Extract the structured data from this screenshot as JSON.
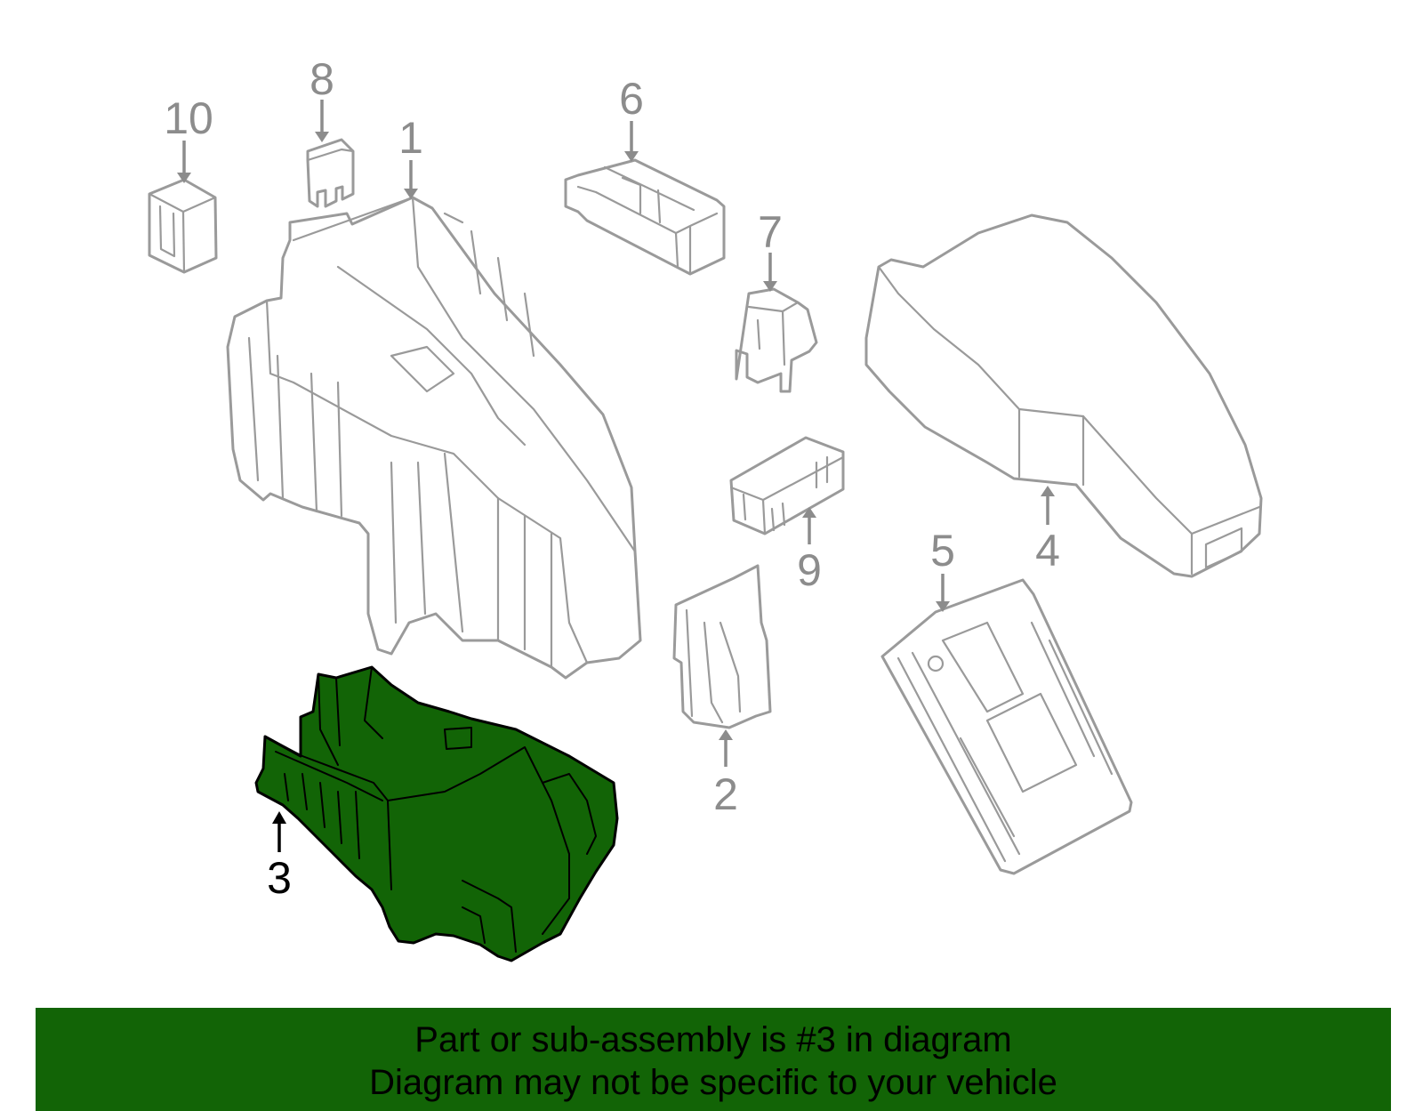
{
  "colors": {
    "highlight": "#126406",
    "banner": "#126406",
    "outline": "#9a9a9a",
    "label": "#8c8c8c",
    "active_label": "#000000"
  },
  "callouts": [
    {
      "id": "1",
      "label": "1",
      "highlighted": false
    },
    {
      "id": "2",
      "label": "2",
      "highlighted": false
    },
    {
      "id": "3",
      "label": "3",
      "highlighted": true
    },
    {
      "id": "4",
      "label": "4",
      "highlighted": false
    },
    {
      "id": "5",
      "label": "5",
      "highlighted": false
    },
    {
      "id": "6",
      "label": "6",
      "highlighted": false
    },
    {
      "id": "7",
      "label": "7",
      "highlighted": false
    },
    {
      "id": "8",
      "label": "8",
      "highlighted": false
    },
    {
      "id": "9",
      "label": "9",
      "highlighted": false
    },
    {
      "id": "10",
      "label": "10",
      "highlighted": false
    }
  ],
  "banner": {
    "line1": "Part or sub-assembly is #3 in diagram",
    "line2": "Diagram may not be specific to your vehicle"
  }
}
